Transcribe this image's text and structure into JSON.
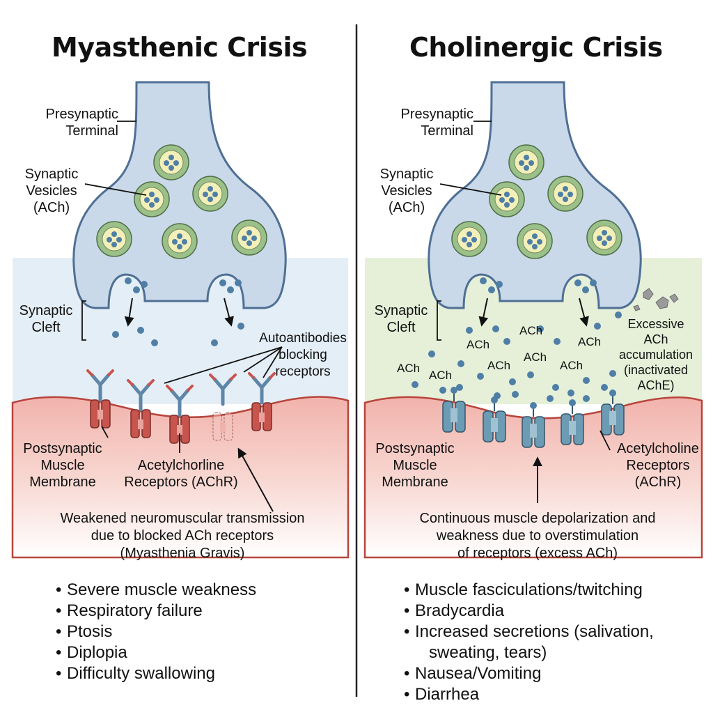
{
  "left": {
    "title": "Myasthenic Crisis",
    "presynaptic": [
      "Presynaptic",
      "Terminal"
    ],
    "vesicles": [
      "Synaptic",
      "Vesicles",
      "(ACh)"
    ],
    "cleft": [
      "Synaptic",
      "Cleft"
    ],
    "autoantibodies": [
      "Autoantibodies",
      "blocking",
      "receptors"
    ],
    "membrane": [
      "Postsynaptic",
      "Muscle",
      "Membrane"
    ],
    "receptors": [
      "Acetylchorline",
      "Receptors (AChR)"
    ],
    "caption": [
      "Weakened neuromuscular transmission",
      "due to blocked ACh receptors",
      "(Myasthenia Gravis)"
    ],
    "symptoms": [
      "Severe muscle weakness",
      "Respiratory failure",
      "Ptosis",
      "Diplopia",
      "Difficulty swallowing"
    ]
  },
  "right": {
    "title": "Cholinergic Crisis",
    "presynaptic": [
      "Presynaptic",
      "Terminal"
    ],
    "vesicles": [
      "Synaptic",
      "Vesicles",
      "(ACh)"
    ],
    "cleft": [
      "Synaptic",
      "Cleft"
    ],
    "excessive": [
      "Excessive",
      "ACh",
      "accumulation",
      "(inactivated",
      "AChE)"
    ],
    "ach_label": "ACh",
    "membrane": [
      "Postsynaptic",
      "Muscle",
      "Membrane"
    ],
    "receptors": [
      "Acetylcholine",
      "Receptors",
      "(AChR)"
    ],
    "caption": [
      "Continuous muscle depolarization and",
      "weakness due to overstimulation",
      "of receptors (excess ACh)"
    ],
    "symptoms": [
      "Muscle fasciculations/twitching",
      "Bradycardia",
      "Increased secretions (salivation,",
      "sweating, tears)",
      "Nausea/Vomiting",
      "Diarrhea"
    ]
  },
  "colors": {
    "terminal_fill": "#c9d9ea",
    "terminal_stroke": "#4f6f94",
    "vesicle_ring": "#9cc08a",
    "vesicle_core": "#f3efb9",
    "ach_dot": "#4f7fa6",
    "left_cleft_bg": "#e6f0f7",
    "right_cleft_bg": "#e8f2dc",
    "muscle_top": "#f3b7b0",
    "left_receptor": "#c8544e",
    "right_receptor": "#6c9bb4",
    "antibody": "#5e86a8",
    "divider": "#222222"
  }
}
